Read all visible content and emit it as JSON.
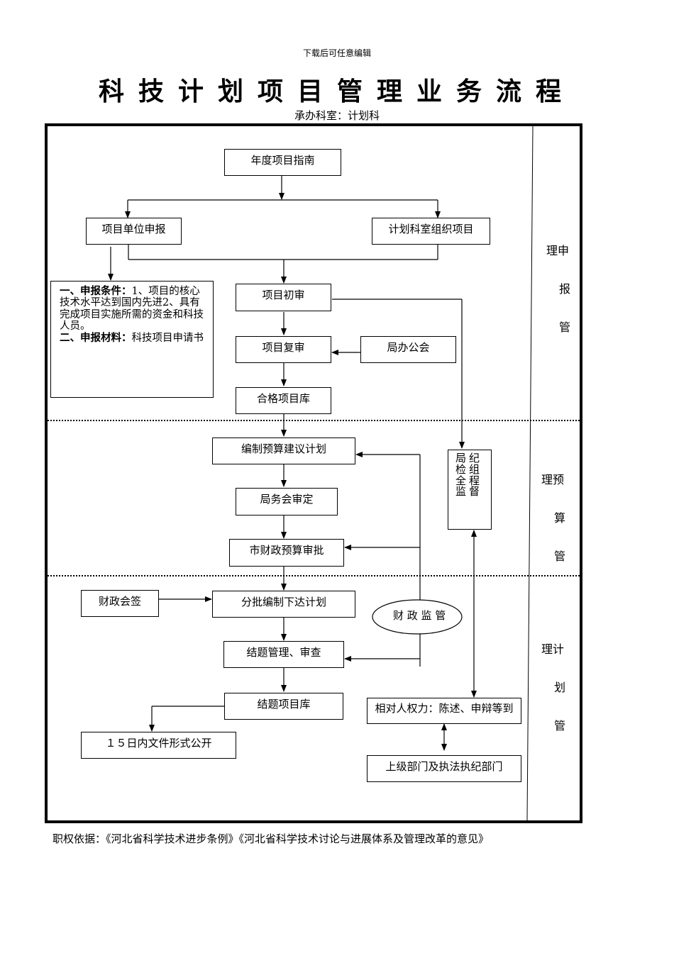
{
  "header_note": "下载后可任意编辑",
  "title": "科技计划项目管理业务流程",
  "subtitle": "承办科室：计划科",
  "sections": {
    "apply": {
      "line1": "理申",
      "line2": "报",
      "line3": "管"
    },
    "budget": {
      "line1": "理预",
      "line2": "算",
      "line3": "管"
    },
    "plan": {
      "line1": "理计",
      "line2": "划",
      "line3": "管"
    }
  },
  "nodes": {
    "guide": "年度项目指南",
    "unit_apply": "项目单位申报",
    "org_project": "计划科室组织项目",
    "first_review": "项目初审",
    "second_review": "项目复审",
    "bureau_meeting": "局办公会",
    "qualified_db": "合格项目库",
    "budget_plan": "编制预算建议计划",
    "bureau_council": "局务会审定",
    "city_finance": "市财政预算审批",
    "finance_countersign": "财政会签",
    "batch_plan": "分批编制下达计划",
    "finance_supervision": "财 政 监 管",
    "closing_mgmt": "结题管理、审查",
    "closing_db": "结题项目库",
    "publish": "１５日内文件形式公开",
    "discipline": "局纪检组全程监督",
    "rights": "相对人权力：陈述、申辩等到",
    "superior": "上级部门及执法执纪部门"
  },
  "conditions": {
    "cond_label": "一、申报条件：",
    "cond_text": "1、项目的核心技术水平达到国内先进2、具有完成项目实施所需的资金和科技人员。",
    "material_label": "二、申报材料：",
    "material_text": "科技项目申请书"
  },
  "footer": "职权依据：《河北省科学技术进步条例》《河北省科学技术讨论与进展体系及管理改革的意见》"
}
